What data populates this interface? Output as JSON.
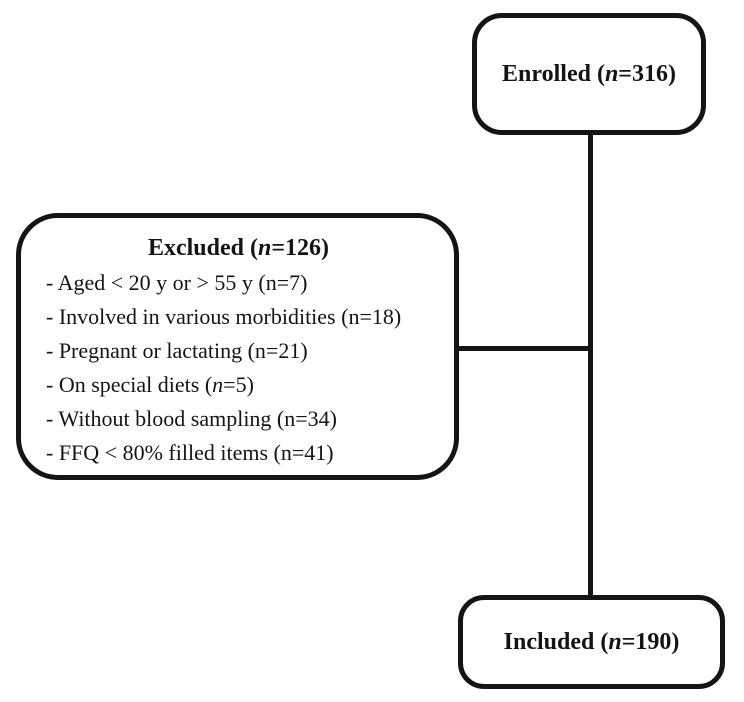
{
  "diagram": {
    "kind": "participant-flowchart",
    "colors": {
      "line": "#141414",
      "background": "#ffffff"
    },
    "boxes": {
      "enrolled": {
        "pre": "Enrolled (",
        "n": "n",
        "post": "=316)"
      },
      "excluded": {
        "title": {
          "pre": "Excluded (",
          "n": "n",
          "post": "=126)"
        },
        "items": [
          {
            "pre": "- Aged < 20 y or > 55 y (n=7)",
            "n": "",
            "post": ""
          },
          {
            "pre": "- Involved in various morbidities (n=18)",
            "n": "",
            "post": ""
          },
          {
            "pre": "- Pregnant or lactating (n=21)",
            "n": "",
            "post": ""
          },
          {
            "pre": "- On special diets (",
            "n": "n",
            "post": "=5)"
          },
          {
            "pre": "- Without blood sampling (n=34)",
            "n": "",
            "post": ""
          },
          {
            "pre": "- FFQ < 80% filled items (n=41)",
            "n": "",
            "post": ""
          }
        ]
      },
      "included": {
        "pre": "Included (",
        "n": "n",
        "post": "=190)"
      }
    }
  }
}
